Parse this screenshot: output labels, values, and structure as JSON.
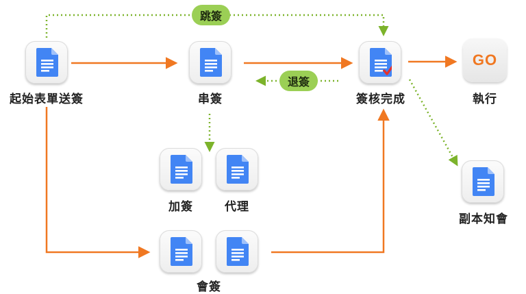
{
  "nodes": {
    "start": "起始表單送簽",
    "serial": "串簽",
    "complete": "簽核完成",
    "execute": "執行",
    "add": "加簽",
    "proxy": "代理",
    "joint": "會簽",
    "cc": "副本知會"
  },
  "badges": {
    "skip": "跳簽",
    "return": "退簽",
    "go": "GO"
  },
  "colors": {
    "orange_arrow": "#f07822",
    "green_dotted": "#7cb32b",
    "pill_green": "#9bcf55",
    "doc_blue": "#4285f4",
    "check_red": "#e5322d"
  },
  "icons": [
    "document-icon",
    "checkmark-icon",
    "go-icon"
  ]
}
